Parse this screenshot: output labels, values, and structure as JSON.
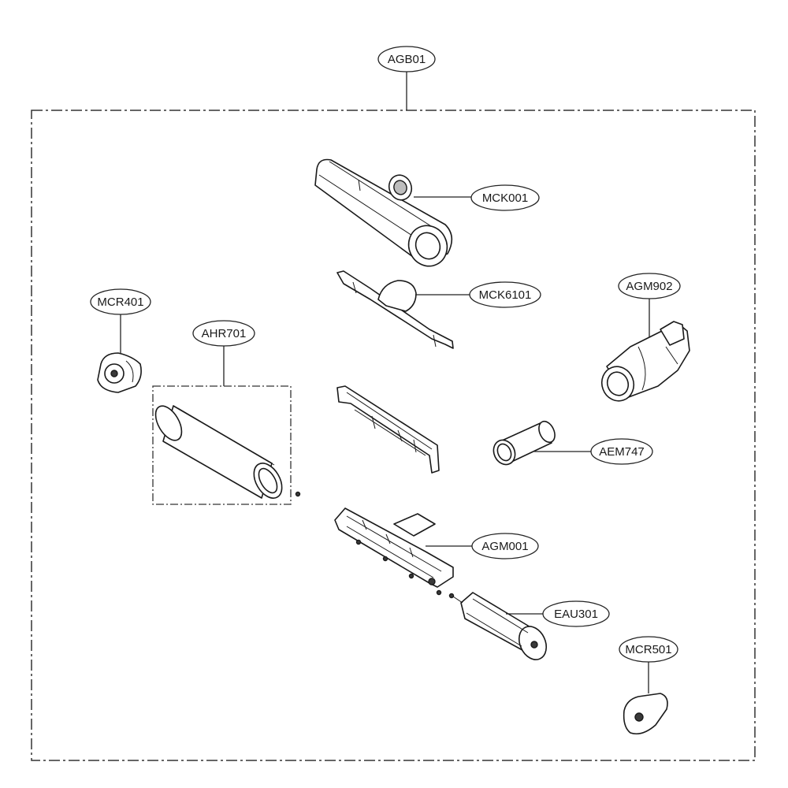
{
  "assembly_label": "AGB01",
  "parts": [
    {
      "id": "MCK001"
    },
    {
      "id": "MCK6101"
    },
    {
      "id": "MCR401"
    },
    {
      "id": "AHR701"
    },
    {
      "id": "AGM902"
    },
    {
      "id": "AEM747"
    },
    {
      "id": "AGM001"
    },
    {
      "id": "EAU301"
    },
    {
      "id": "MCR501"
    }
  ],
  "colors": {
    "line": "#1a1a1a",
    "background": "#ffffff"
  }
}
